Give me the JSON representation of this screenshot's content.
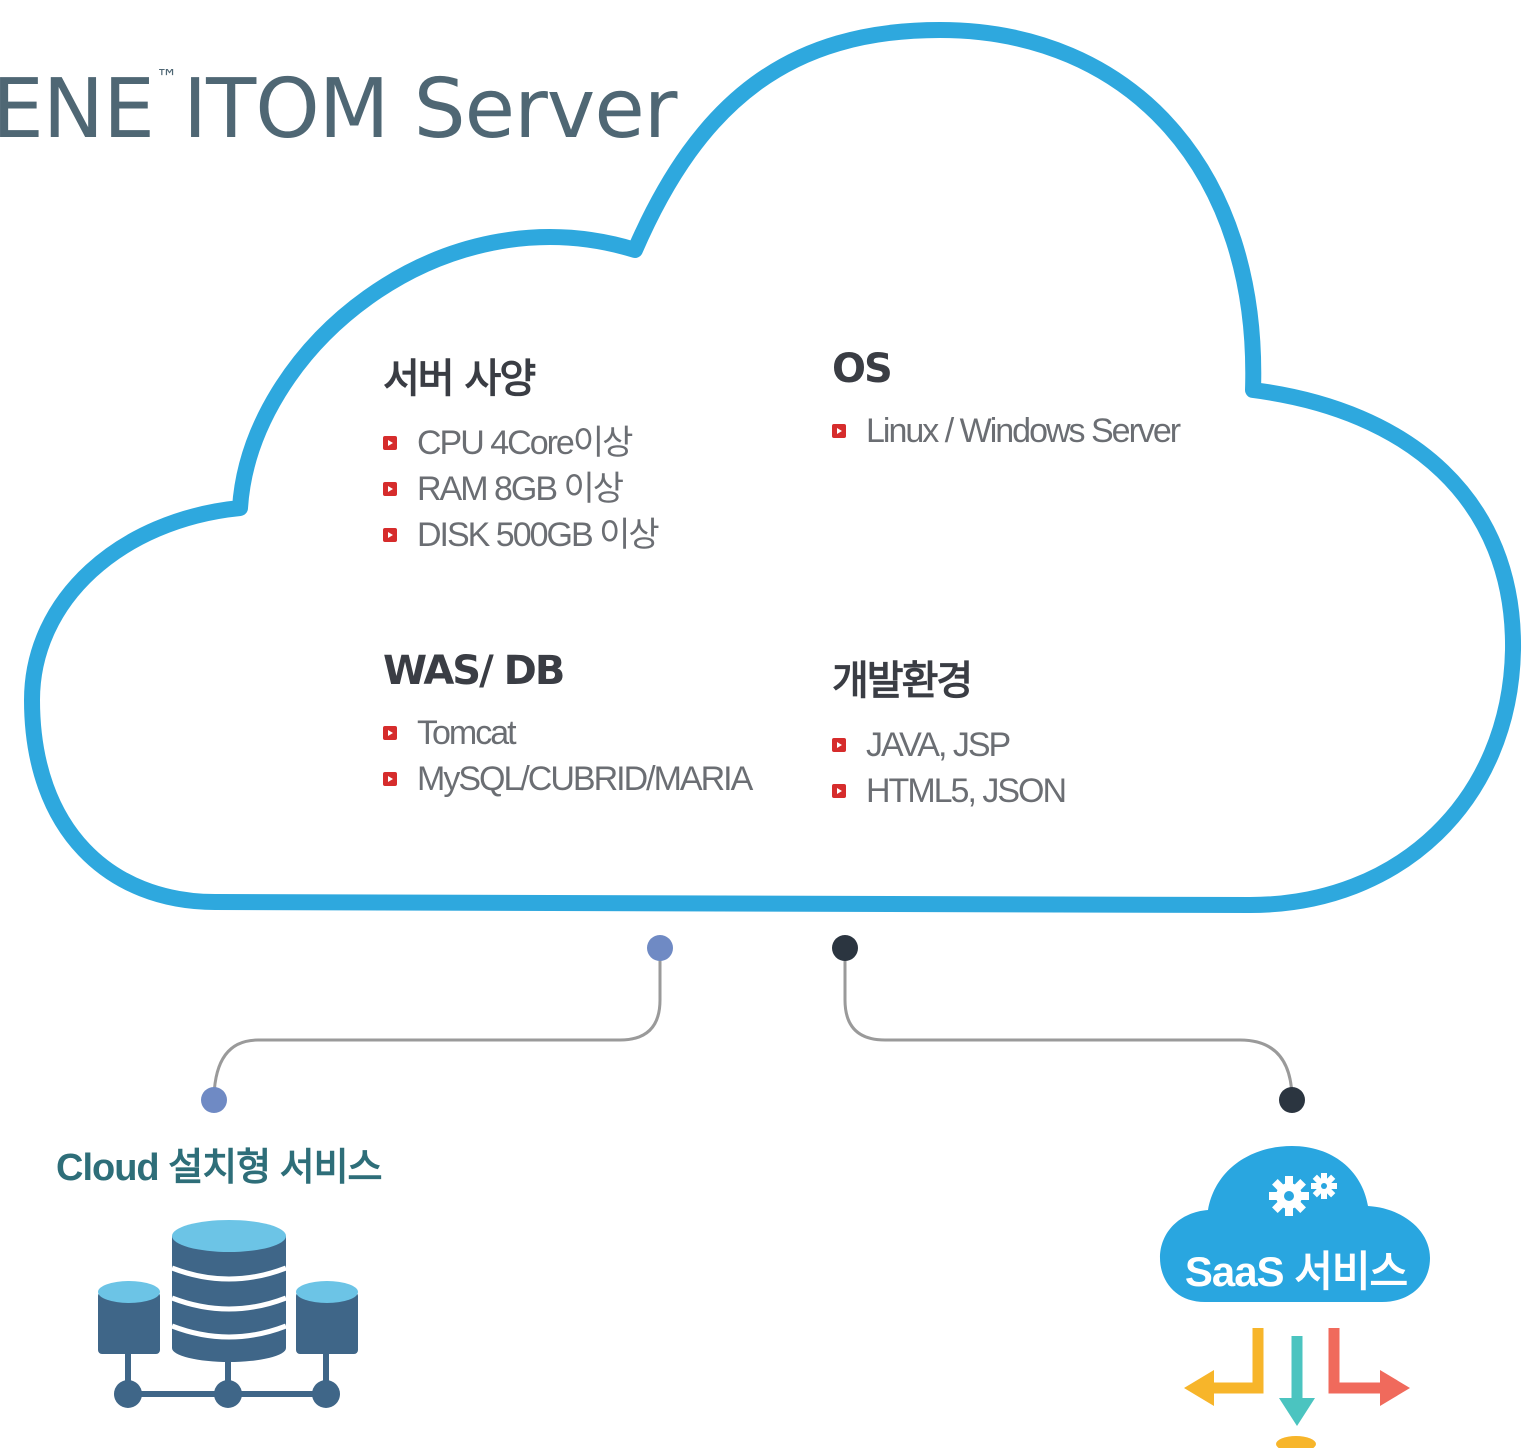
{
  "title": {
    "text": "ENE",
    "trademark": "™",
    "rest": "ITOM Server"
  },
  "sections": [
    {
      "heading": "서버 사양",
      "items": [
        "CPU 4Core이상",
        "RAM 8GB 이상",
        "DISK 500GB 이상"
      ]
    },
    {
      "heading": "OS",
      "items": [
        "Linux / Windows Server"
      ]
    },
    {
      "heading": "WAS/ DB",
      "items": [
        "Tomcat",
        "MySQL/CUBRID/MARIA"
      ]
    },
    {
      "heading": "개발환경",
      "items": [
        "JAVA, JSP",
        "HTML5, JSON"
      ]
    }
  ],
  "cloud_service": {
    "label": "Cloud 설치형 서비스"
  },
  "saas_service": {
    "label": "SaaS 서비스"
  },
  "colors": {
    "cloud_stroke": "#2ea8de",
    "title_text": "#4f6774",
    "bullet": "#d62c2c",
    "connector_left_dot": "#6f8ac4",
    "connector_right_dot": "#2b3540",
    "connector_line": "#9a9a9a",
    "database_dark": "#3f6688",
    "database_light": "#6cc4e6",
    "saas_cloud": "#29a6e0",
    "arrow_orange": "#f7b52a",
    "arrow_teal": "#4bc4c0",
    "arrow_red": "#f06a5c"
  }
}
